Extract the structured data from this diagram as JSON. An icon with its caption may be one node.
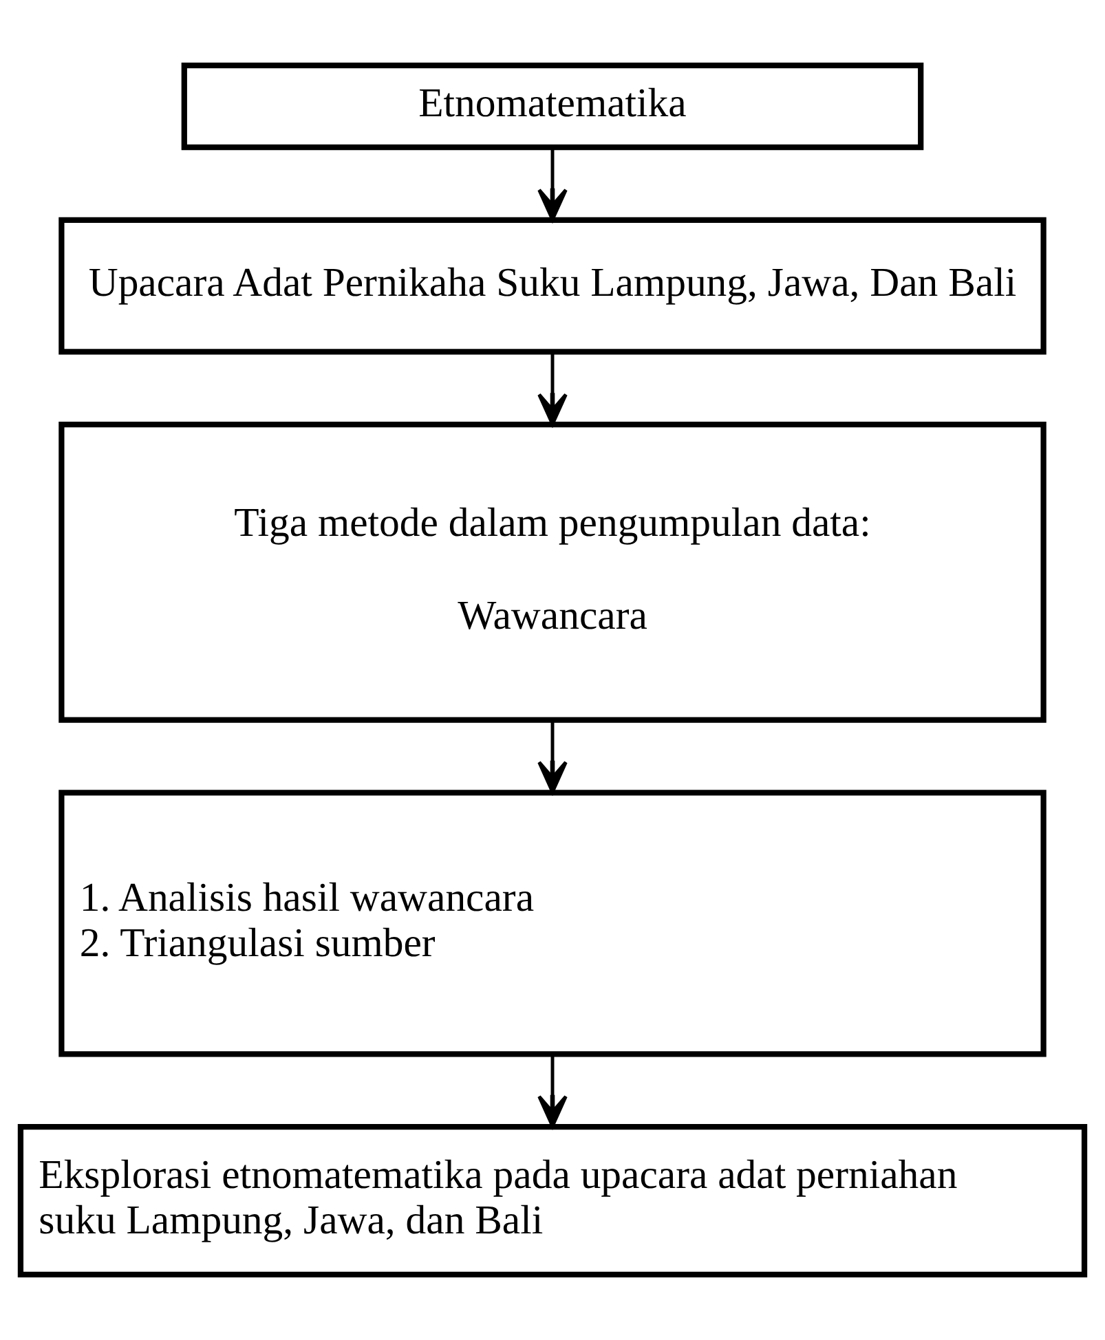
{
  "diagram": {
    "nodes": [
      {
        "text": [
          "Etnomatematika"
        ]
      },
      {
        "text": [
          "Upacara Adat Pernikaha Suku Lampung, Jawa, Dan Bali"
        ]
      },
      {
        "text": [
          "Tiga metode dalam pengumpulan data:",
          "Wawancara"
        ]
      },
      {
        "text": [
          "1. Analisis hasil wawancara",
          "2. Triangulasi sumber"
        ]
      },
      {
        "text": [
          "Eksplorasi etnomatematika pada upacara adat perniahan suku Lampung, Jawa, dan Bali"
        ]
      }
    ],
    "edges": [
      {
        "from": 0,
        "to": 1,
        "arrow": "to"
      },
      {
        "from": 1,
        "to": 2,
        "arrow": "to"
      },
      {
        "from": 2,
        "to": 3,
        "arrow": "to"
      },
      {
        "from": 3,
        "to": 4,
        "arrow": "to"
      }
    ]
  }
}
